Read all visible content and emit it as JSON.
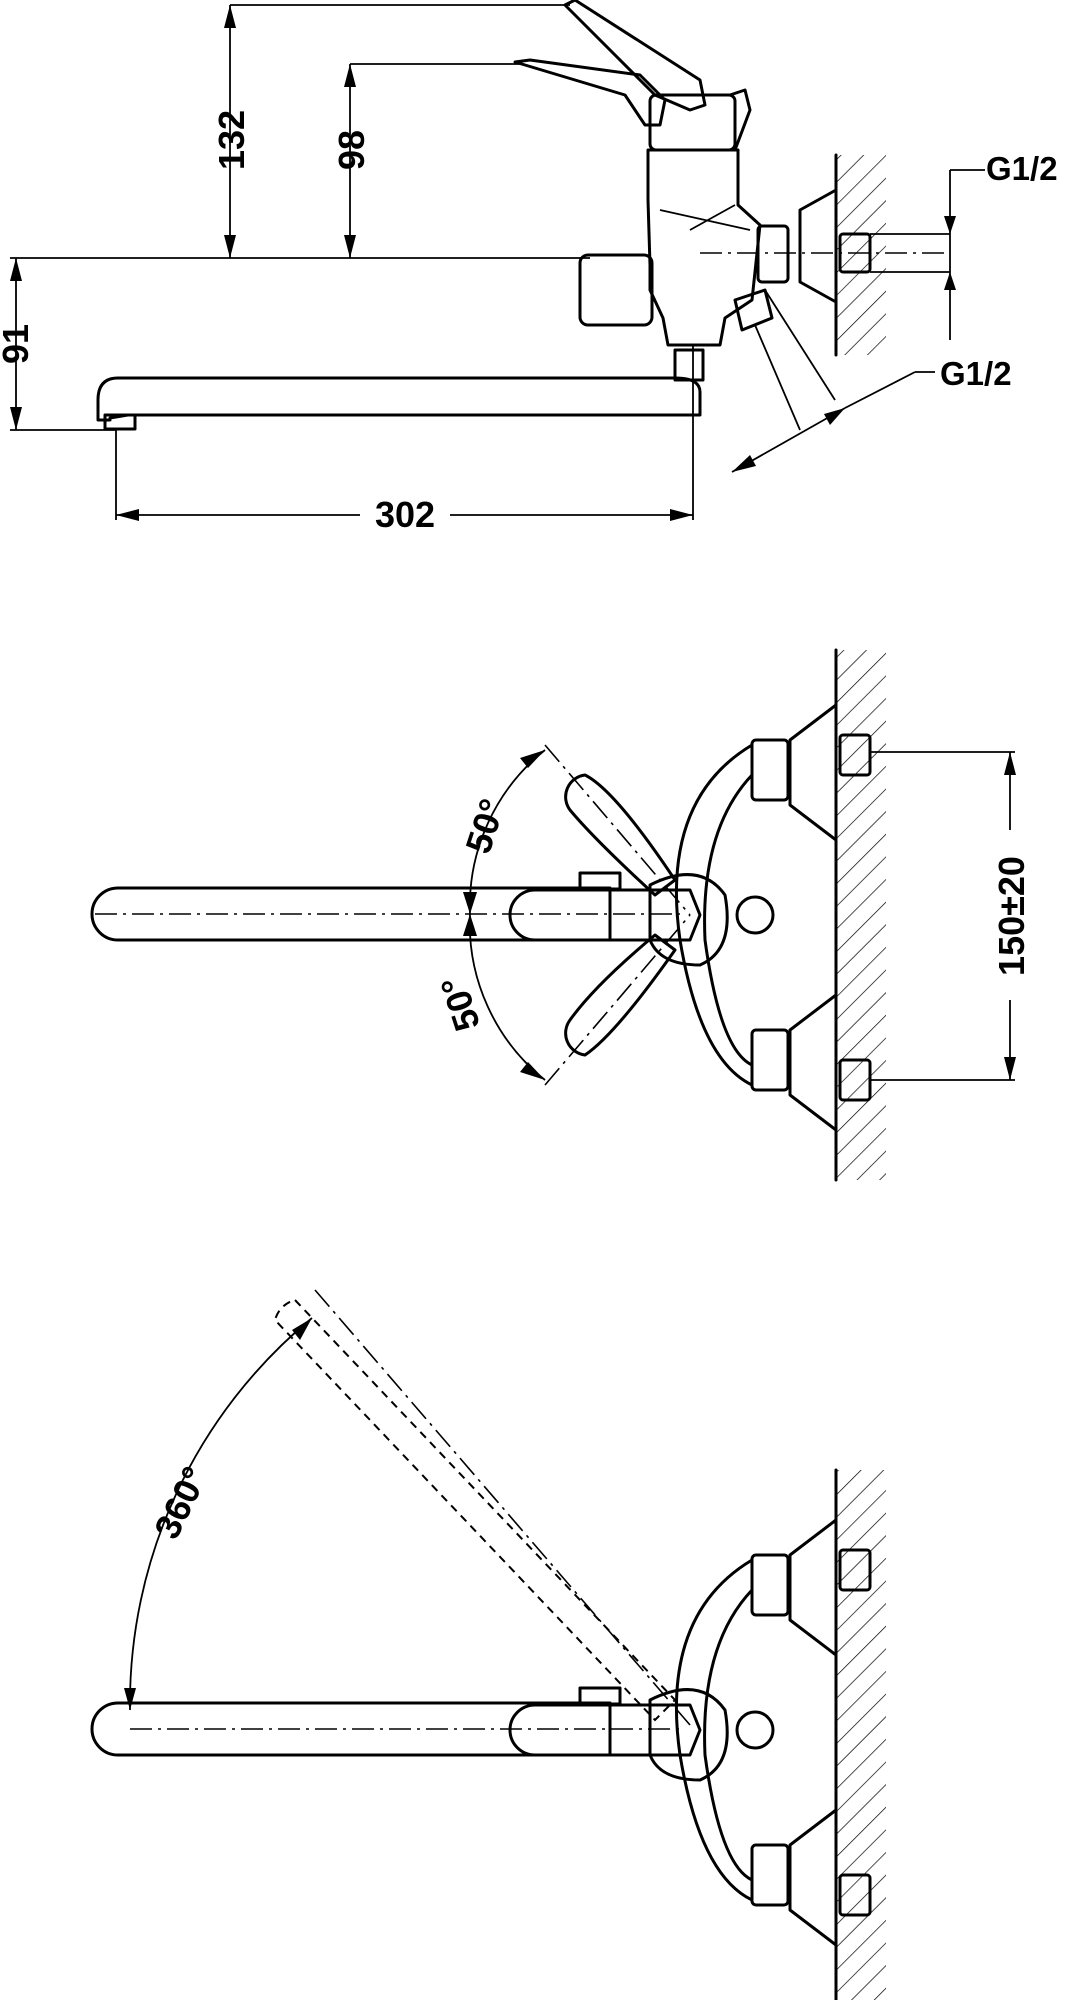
{
  "dimensions": {
    "lever_height": "132",
    "lever_height_closed": "98",
    "spout_height": "91",
    "spout_reach": "302",
    "connection_thread_top": "G1/2",
    "connection_thread_bottom": "G1/2",
    "angle_up": "50°",
    "angle_down": "50°",
    "center_distance": "150±20",
    "spout_rotation": "360°"
  }
}
